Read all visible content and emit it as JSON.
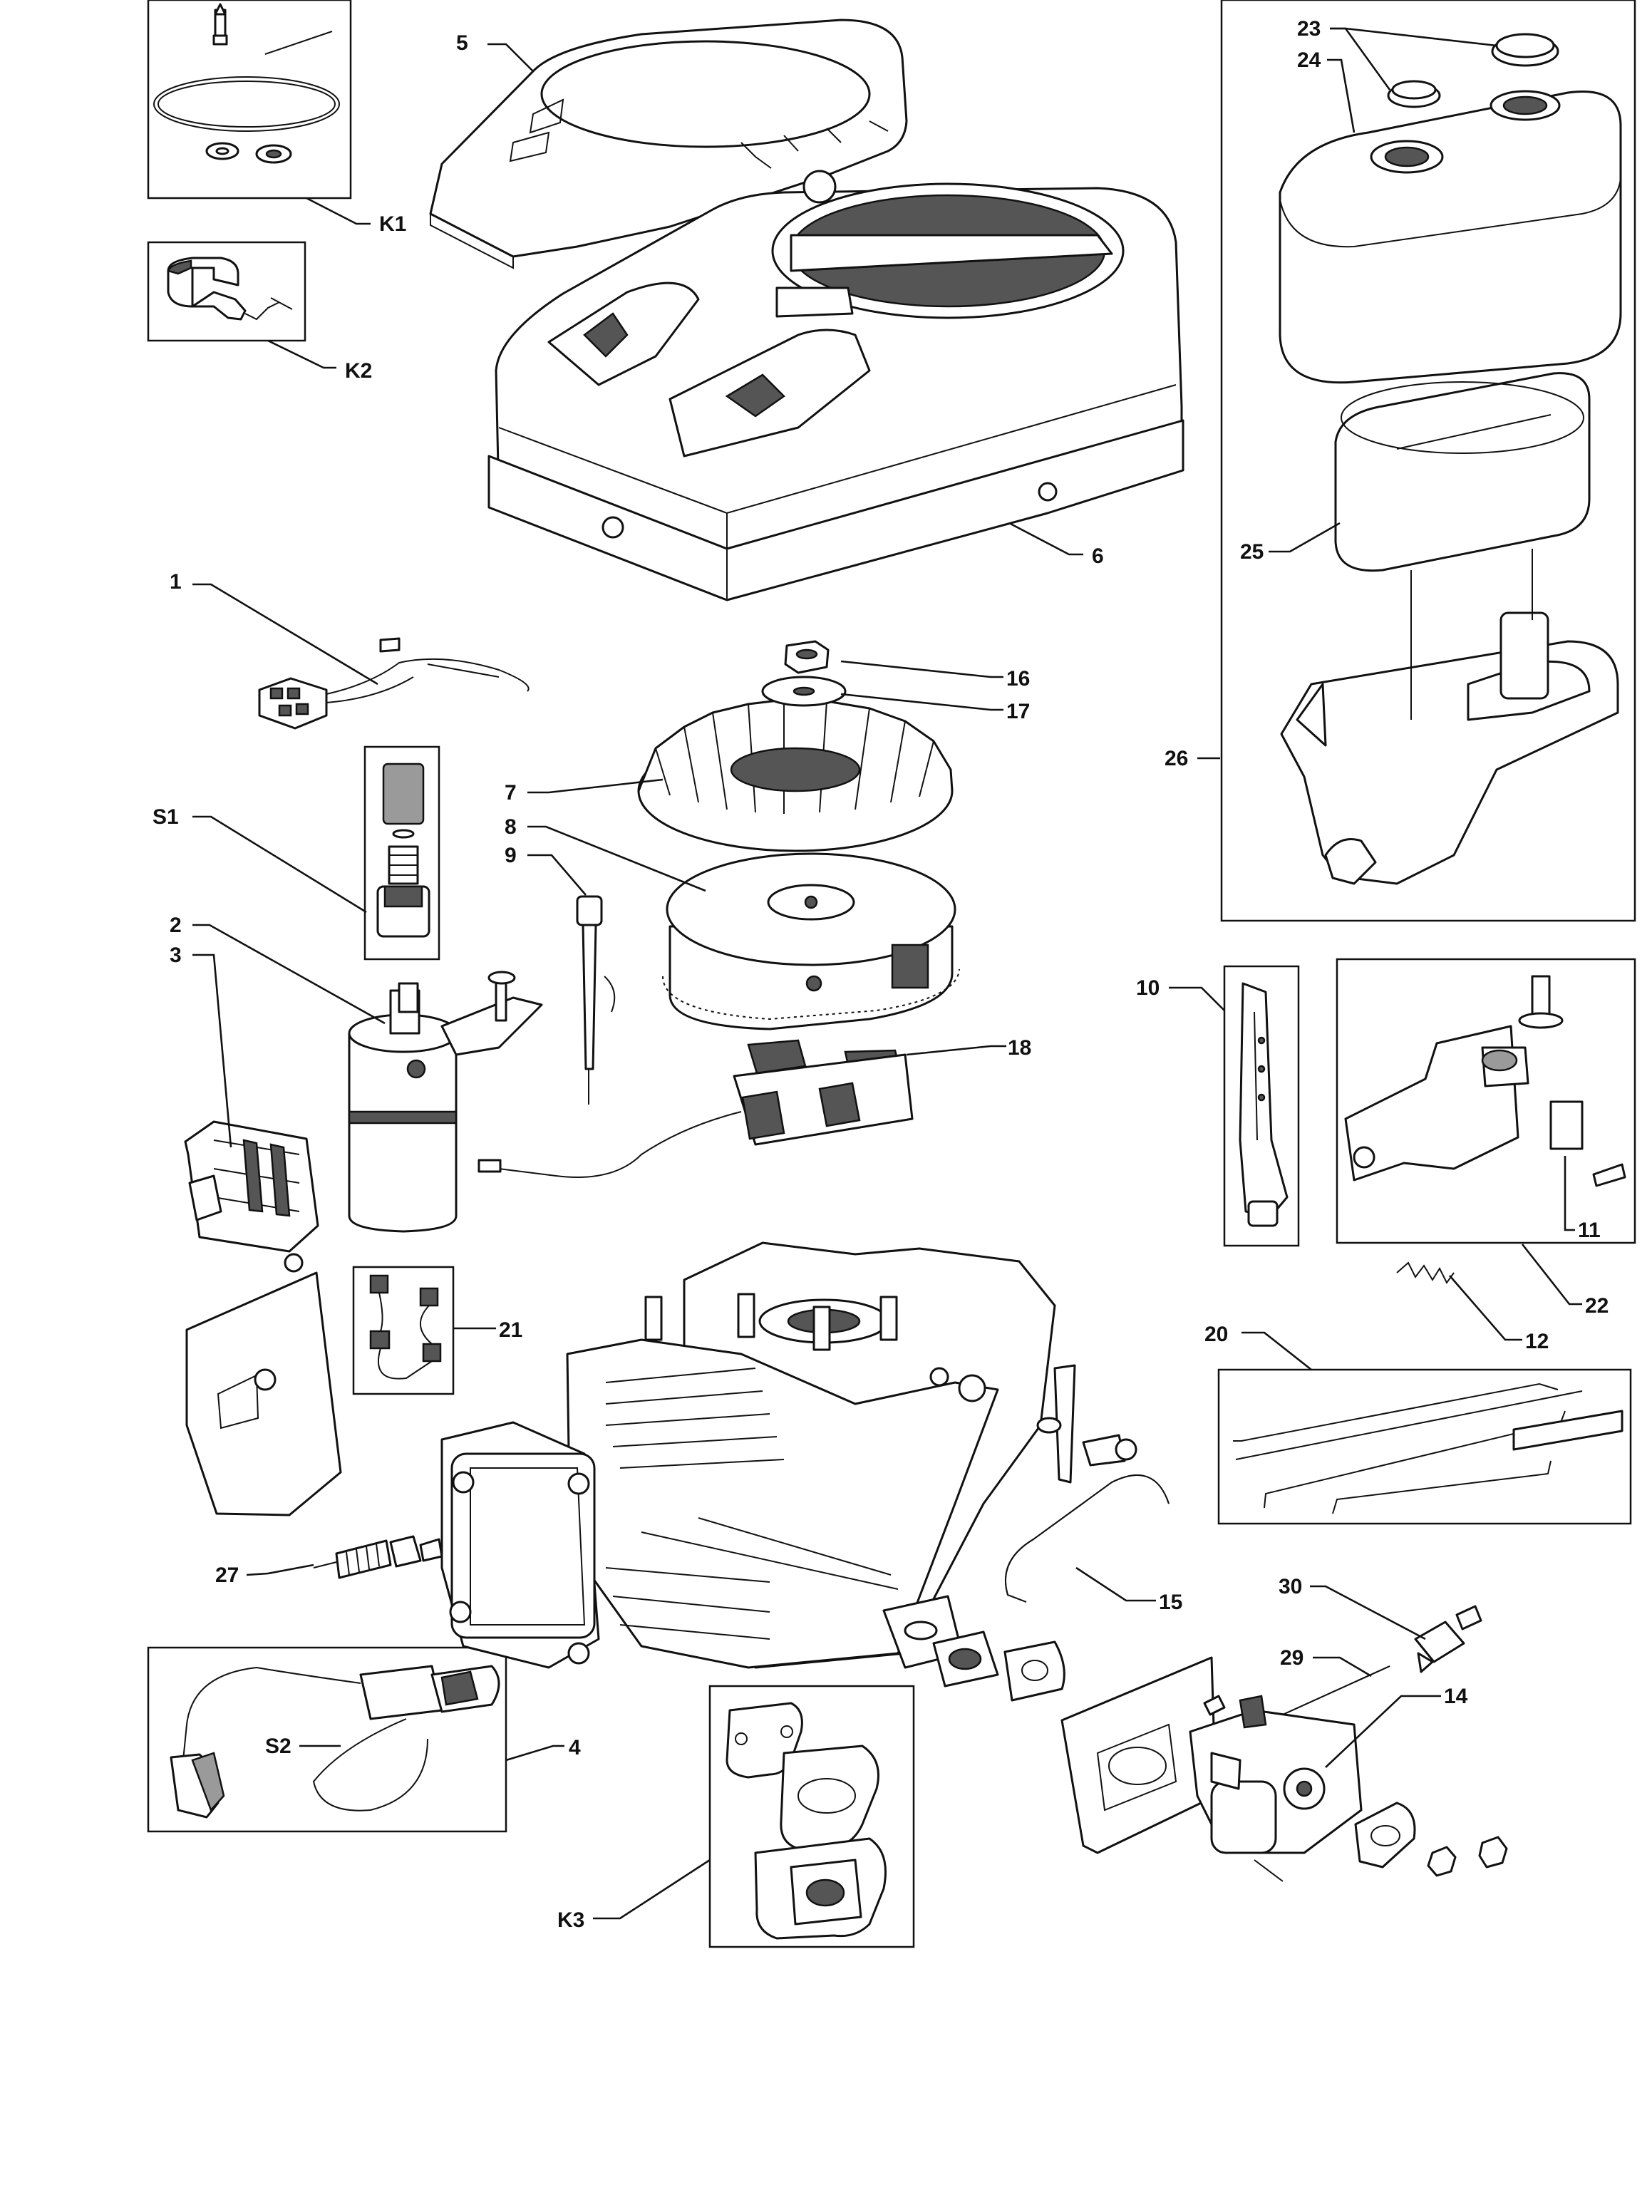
{
  "callouts": {
    "k1": "K1",
    "k2": "K2",
    "k3": "K3",
    "s1": "S1",
    "s2": "S2",
    "p1": "1",
    "p2": "2",
    "p3": "3",
    "p4": "4",
    "p5": "5",
    "p6": "6",
    "p7": "7",
    "p8": "8",
    "p9": "9",
    "p10": "10",
    "p11": "11",
    "p12": "12",
    "p14": "14",
    "p15": "15",
    "p16": "16",
    "p17": "17",
    "p18": "18",
    "p20": "20",
    "p21": "21",
    "p22": "22",
    "p23": "23",
    "p24": "24",
    "p25": "25",
    "p26": "26",
    "p27": "27",
    "p29": "29",
    "p30": "30"
  }
}
